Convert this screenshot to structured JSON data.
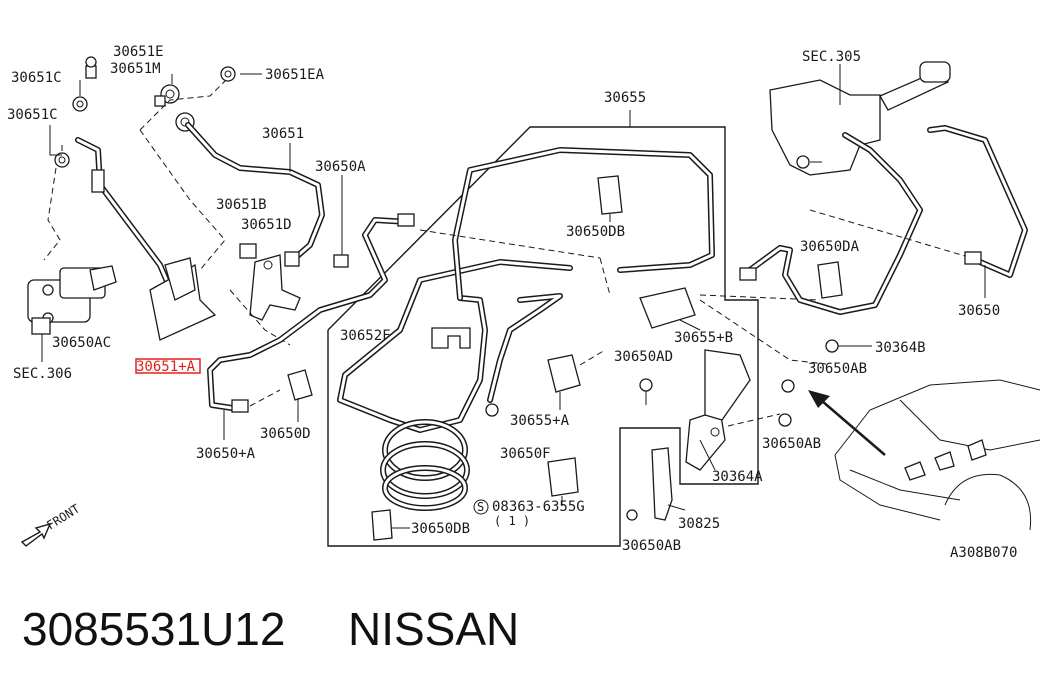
{
  "labels": {
    "l30651E": "30651E",
    "l30651C_a": "30651C",
    "l30651M": "30651M",
    "l30651EA": "30651EA",
    "l30651C_b": "30651C",
    "l30651": "30651",
    "l30650A": "30650A",
    "l30651B": "30651B",
    "l30651D": "30651D",
    "l30650AC": "30650AC",
    "l30651A": "30651+A",
    "lSEC306": "SEC.306",
    "l30650pA": "30650+A",
    "l30650D": "30650D",
    "l30655": "30655",
    "l30650DB_a": "30650DB",
    "l30652F": "30652F",
    "l30655pA": "30655+A",
    "l30650F": "30650F",
    "l08363": "08363-6355G",
    "l08363qty": "( 1 )",
    "l30650DB_b": "30650DB",
    "l30655pB": "30655+B",
    "l30650AD": "30650AD",
    "l30364A": "30364A",
    "l30825": "30825",
    "l30650AB_a": "30650AB",
    "l30650AB_b": "30650AB",
    "l30650AB_c": "30650AB",
    "l30364B": "30364B",
    "lSEC305": "SEC.305",
    "l30650DA": "30650DA",
    "l30650": "30650",
    "lFRONT": "FRONT",
    "lA308": "A308B070",
    "circleS": "S"
  },
  "footer": {
    "part_number": "3085531U12",
    "brand": "NISSAN"
  },
  "highlight": {
    "label": "30651+A",
    "color": "#e0201b"
  }
}
